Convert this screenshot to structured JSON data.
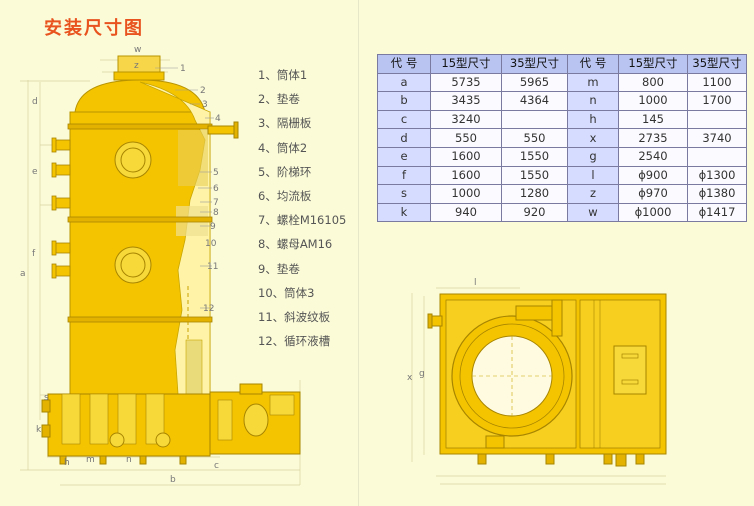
{
  "title": "安装尺寸图",
  "parts": [
    "1、筒体1",
    "2、垫卷",
    "3、隔栅板",
    "4、筒体2",
    "5、阶梯环",
    "6、均流板",
    "7、螺栓M16105",
    "8、螺母AM16",
    "9、垫卷",
    "10、筒体3",
    "11、斜波纹板",
    "12、循环液槽"
  ],
  "table": {
    "headers": [
      "代 号",
      "15型尺寸",
      "35型尺寸",
      "代 号",
      "15型尺寸",
      "35型尺寸"
    ],
    "rows": [
      [
        "a",
        "5735",
        "5965",
        "m",
        "800",
        "1100"
      ],
      [
        "b",
        "3435",
        "4364",
        "n",
        "1000",
        "1700"
      ],
      [
        "c",
        "3240",
        "",
        "h",
        "145",
        ""
      ],
      [
        "d",
        "550",
        "550",
        "x",
        "2735",
        "3740"
      ],
      [
        "e",
        "1600",
        "1550",
        "g",
        "2540",
        ""
      ],
      [
        "f",
        "1600",
        "1550",
        "l",
        "ϕ900",
        "ϕ1300"
      ],
      [
        "s",
        "1000",
        "1280",
        "z",
        "ϕ970",
        "ϕ1380"
      ],
      [
        "k",
        "940",
        "920",
        "w",
        "ϕ1000",
        "ϕ1417"
      ]
    ]
  },
  "dims": {
    "w": "w",
    "z": "z",
    "d": "d",
    "e": "e",
    "a": "a",
    "f": "f",
    "s": "s",
    "k": "k",
    "h": "h",
    "m": "m",
    "n": "n",
    "c": "c",
    "b": "b",
    "x": "x",
    "g": "g",
    "l": "l"
  },
  "callouts": [
    "1",
    "2",
    "3",
    "4",
    "5",
    "6",
    "7",
    "8",
    "9",
    "10",
    "11",
    "12"
  ],
  "colors": {
    "body": "#f5c400",
    "bodyLight": "#ffe45e",
    "outline": "#b89400",
    "title": "#e8531e"
  }
}
